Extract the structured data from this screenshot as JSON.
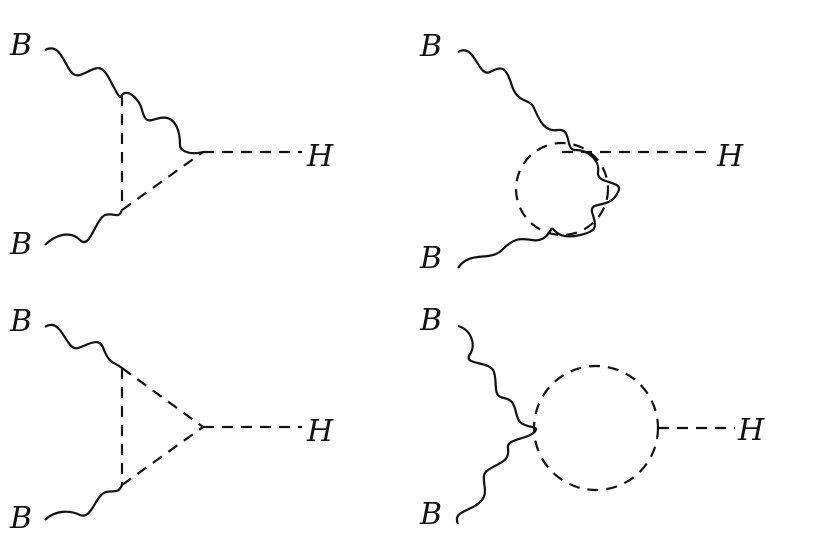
{
  "diagrams": [
    {
      "id": "triangle-top-left",
      "labels": {
        "gauge_top": "B",
        "gauge_bottom": "B",
        "scalar_out": "H"
      }
    },
    {
      "id": "loop-top-right",
      "labels": {
        "gauge_top": "B",
        "gauge_bottom": "B",
        "scalar_out": "H"
      }
    },
    {
      "id": "triangle-bottom-left",
      "labels": {
        "gauge_top": "B",
        "gauge_bottom": "B",
        "scalar_out": "H"
      }
    },
    {
      "id": "bubble-bottom-right",
      "labels": {
        "gauge_top": "B",
        "gauge_bottom": "B",
        "scalar_out": "H"
      }
    }
  ]
}
